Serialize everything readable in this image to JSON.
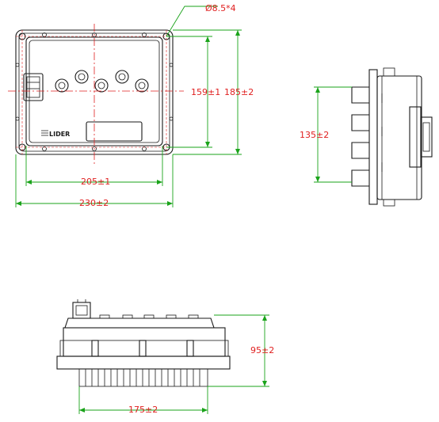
{
  "drawing": {
    "hole_note": "Ø8.5*4",
    "brand_label": "LIDER",
    "dimensions": {
      "inner_height": "159±1",
      "outer_height": "185±2",
      "inner_width": "205±1",
      "outer_width": "230±2",
      "side_height": "135±2",
      "bottom_height": "95±2",
      "bottom_width": "175±2"
    }
  }
}
